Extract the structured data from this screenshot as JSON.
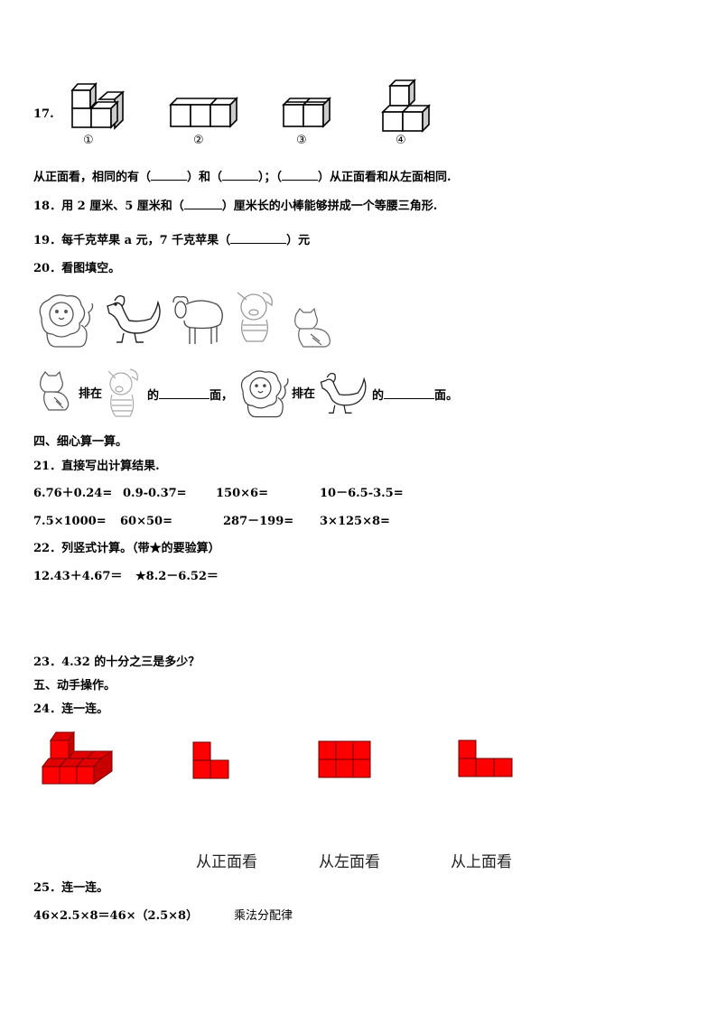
{
  "q17": {
    "number": "17.",
    "figure_labels": [
      "①",
      "②",
      "③",
      "④"
    ],
    "text_a": "从正面看，相同的有（",
    "text_b": "）和（",
    "text_c": "）；（",
    "text_d": "）从正面看和从左面相同."
  },
  "q18": {
    "text_a": "18．用 2 厘米、5 厘米和（",
    "text_b": "）厘米长的小棒能够拼成一个等腰三角形."
  },
  "q19": {
    "text_a": "19．每千克苹果 a 元，7 千克苹果（",
    "text_b": "）元"
  },
  "q20": {
    "title": "20．看图填空。",
    "animals_row": [
      "lion",
      "hen",
      "sheep",
      "pig",
      "cat"
    ],
    "fill": {
      "paizai": "排在",
      "de": "的",
      "mian_comma": "面，",
      "mian_end": "面。"
    }
  },
  "section4": {
    "title": "四、细心算一算。"
  },
  "q21": {
    "title": "21．直接写出计算结果.",
    "row1": [
      "6.76＋0.24=",
      "0.9-0.37=",
      "150×6=",
      "10－6.5-3.5="
    ],
    "row2": [
      "7.5×1000=",
      "60×50=",
      "287－199=",
      "3×125×8="
    ]
  },
  "q22": {
    "title": "22．列竖式计算。（带★的要验算）",
    "items": [
      "12.43＋4.67＝",
      "★8.2－6.52＝"
    ]
  },
  "q23": {
    "title": "23．4.32 的十分之三是多少？"
  },
  "section5": {
    "title": "五、动手操作。"
  },
  "q24": {
    "title": "24．连一连。",
    "views": [
      "从正面看",
      "从左面看",
      "从上面看"
    ],
    "cube_color": "#ff0000"
  },
  "q25": {
    "title": "25．连一连。",
    "expr": "46×2.5×8＝46×（2.5×8）",
    "law": "乘法分配律"
  }
}
